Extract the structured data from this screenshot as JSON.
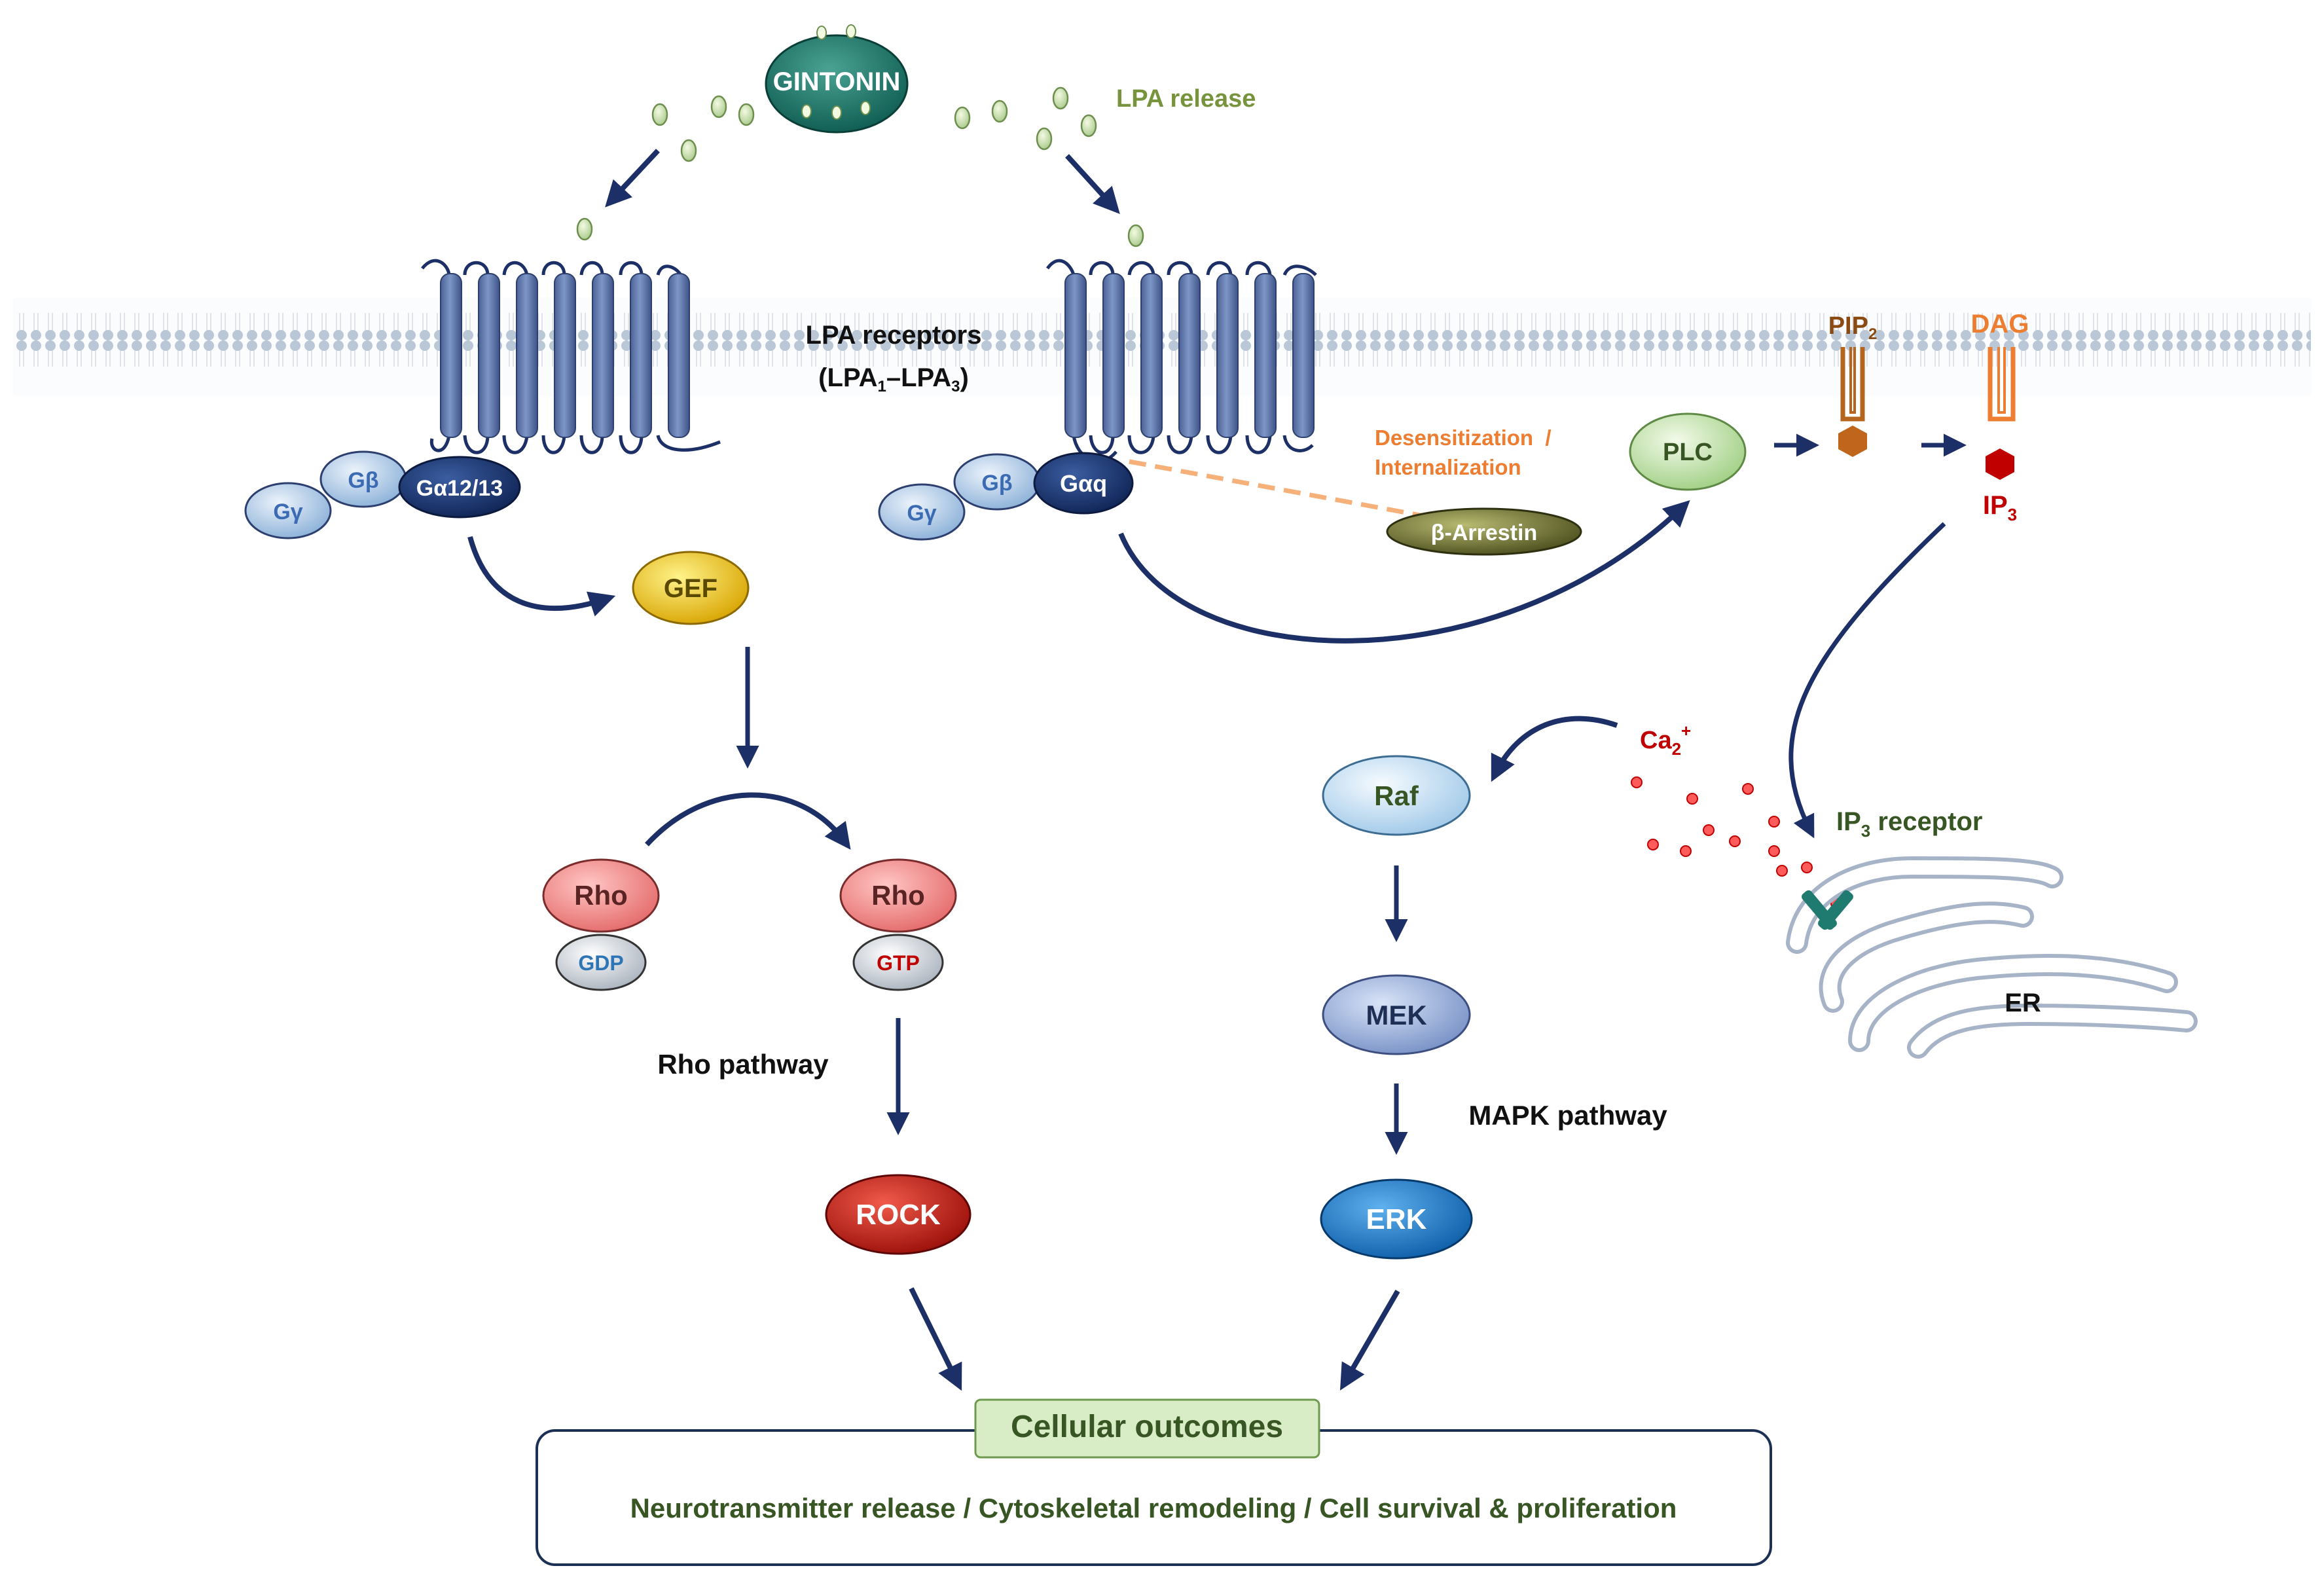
{
  "ligand": {
    "name": "GINTONIN",
    "release_label": "LPA release"
  },
  "receptors": {
    "title": "LPA receptors",
    "subtype_open": "(LPA",
    "subtype_sub1": "1",
    "subtype_dash": "–LPA",
    "subtype_sub3": "3",
    "subtype_close": ")"
  },
  "gprotein_left": {
    "gamma": "Gγ",
    "beta": "Gβ",
    "alpha": "Gα12/13"
  },
  "gprotein_right": {
    "gamma": "Gγ",
    "beta": "Gβ",
    "alpha": "Gαq"
  },
  "desensitization": {
    "line1": "Desensitization  /",
    "line2": "Internalization",
    "arrestin": "β-Arrestin"
  },
  "plc": "PLC",
  "pip2": {
    "base": "PIP",
    "sub": "2"
  },
  "dag": "DAG",
  "ip3": {
    "base": "IP",
    "sub": "3"
  },
  "gef": "GEF",
  "rho_inactive": {
    "label": "Rho",
    "nucleotide": "GDP"
  },
  "rho_active": {
    "label": "Rho",
    "nucleotide": "GTP"
  },
  "rho_pathway_label": "Rho pathway",
  "rock": "ROCK",
  "calcium": {
    "base": "Ca",
    "sub": "2",
    "sup": "+"
  },
  "raf": "Raf",
  "mek": "MEK",
  "erk": "ERK",
  "mapk_pathway_label": "MAPK pathway",
  "ip3_receptor": {
    "base": "IP",
    "sub": "3",
    "rest": " receptor"
  },
  "er_label": "ER",
  "outcomes": {
    "title": "Cellular outcomes",
    "text": "Neurotransmitter release / Cytoskeletal remodeling / Cell survival & proliferation"
  }
}
